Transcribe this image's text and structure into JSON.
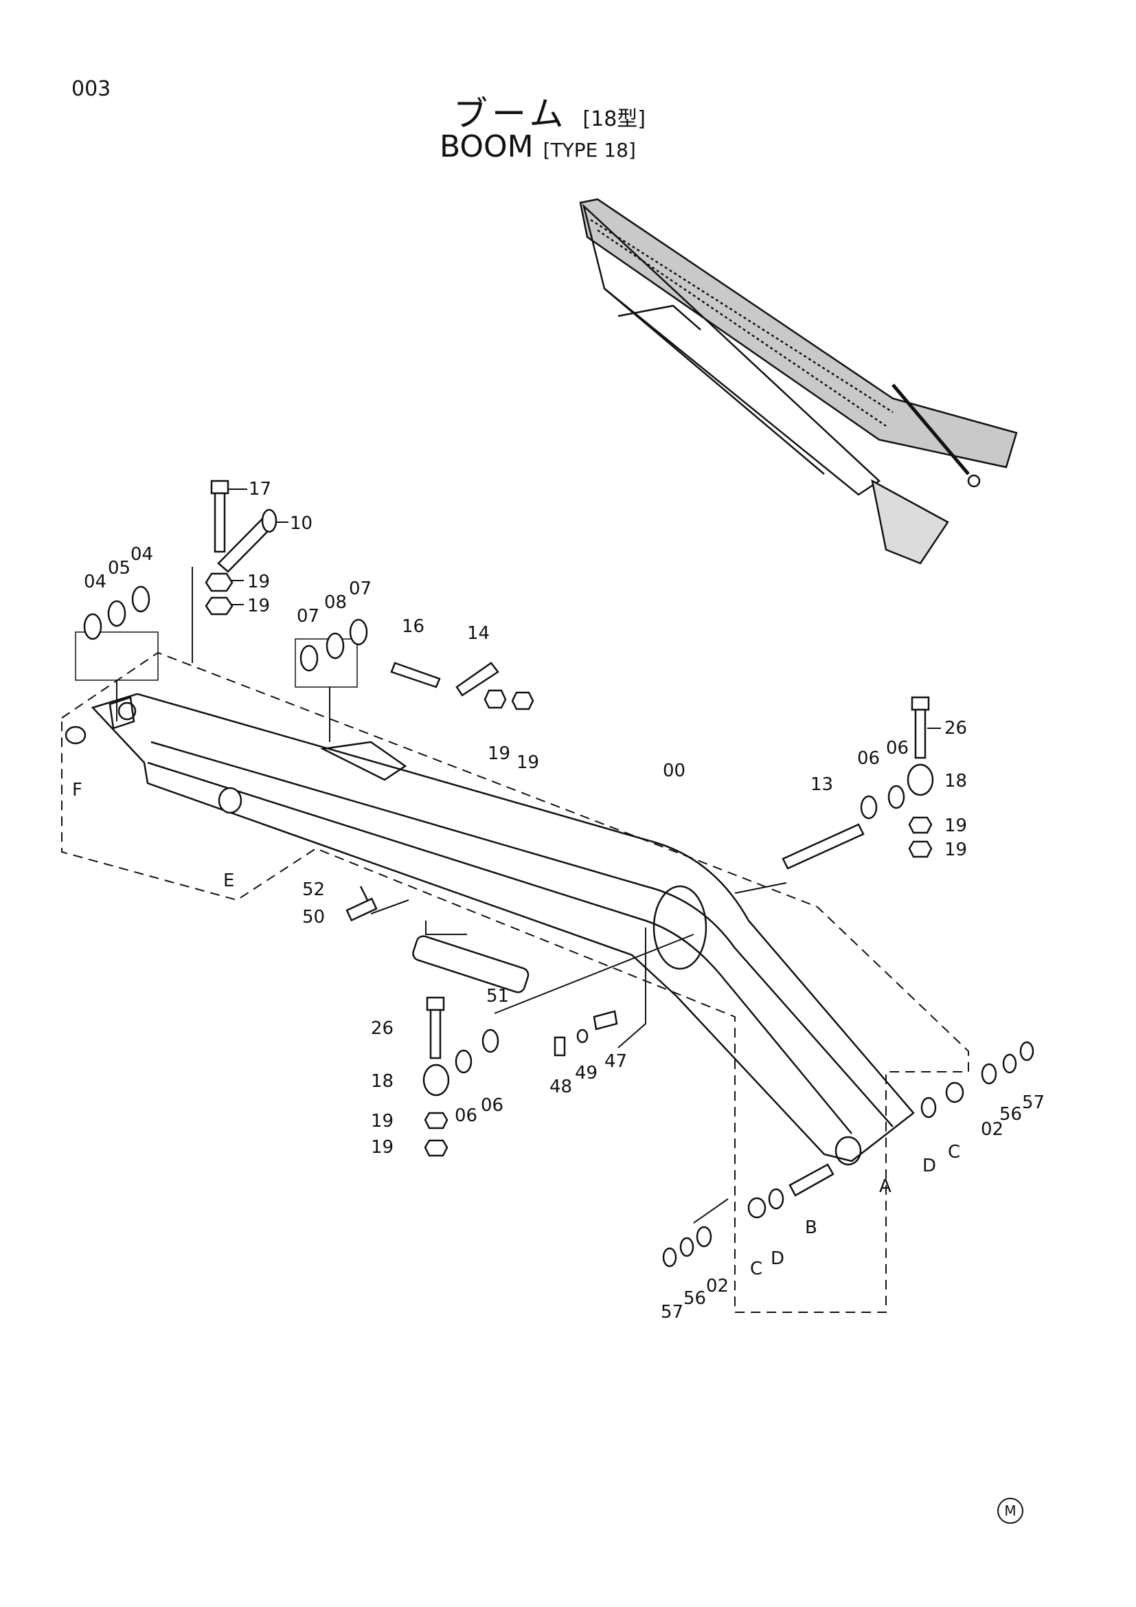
{
  "header": {
    "page_code": "003",
    "title_ja": "ブーム",
    "title_ja_type": "[18型]",
    "title_en": "BOOM",
    "title_en_type": "[TYPE 18]"
  },
  "footer": {
    "mark": "M"
  },
  "callouts": {
    "c17": "17",
    "c10": "10",
    "c19a": "19",
    "c19b": "19",
    "c04a": "04",
    "c05": "05",
    "c04b": "04",
    "c07a": "07",
    "c08": "08",
    "c07b": "07",
    "c16": "16",
    "c14": "14",
    "c19c": "19",
    "c19d": "19",
    "cF": "F",
    "cE": "E",
    "c26a": "26",
    "c06a": "06",
    "c06b": "06",
    "c18a": "18",
    "c19e": "19",
    "c19f": "19",
    "c00": "00",
    "c13": "13",
    "c52": "52",
    "c50": "50",
    "c51": "51",
    "c26b": "26",
    "c18b": "18",
    "c19g": "19",
    "c19h": "19",
    "c06c": "06",
    "c06d": "06",
    "c48": "48",
    "c49": "49",
    "c47": "47",
    "cD1": "D",
    "cC1": "C",
    "c02a": "02",
    "c56a": "56",
    "c57a": "57",
    "cA": "A",
    "cB": "B",
    "c57b": "57",
    "c56b": "56",
    "c02b": "02",
    "cC2": "C",
    "cD2": "D"
  }
}
